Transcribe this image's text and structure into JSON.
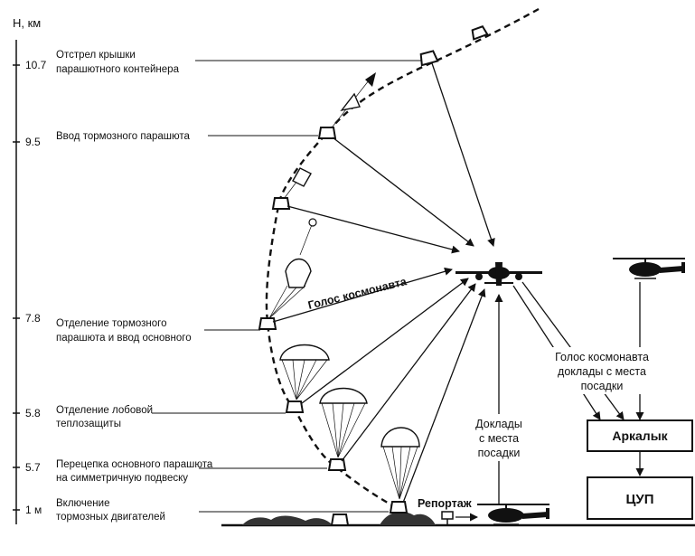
{
  "axis": {
    "title": "Н, км",
    "ticks": [
      "10.7",
      "9.5",
      "7.8",
      "5.8",
      "5.7",
      "1 м"
    ]
  },
  "stages": [
    {
      "line1": "Отстрел крышки",
      "line2": "парашютного контейнера"
    },
    {
      "line1": "Ввод тормозного парашюта",
      "line2": ""
    },
    {
      "line1": "Отделение тормозного",
      "line2": "парашюта и ввод основного"
    },
    {
      "line1": "Отделение лобовой",
      "line2": "теплозащиты"
    },
    {
      "line1": "Перецепка основного парашюта",
      "line2": "на симметричную подвеску"
    },
    {
      "line1": "Включение",
      "line2": "тормозных двигателей"
    }
  ],
  "labels": {
    "voice": "Голос космонавта",
    "voice_reports": [
      "Голос космонавта",
      "доклады с места",
      "посадки"
    ],
    "reports": [
      "Доклады",
      "с места",
      "посадки"
    ],
    "reportage": "Репортаж"
  },
  "boxes": {
    "arkalyk": "Аркалык",
    "tsup": "ЦУП"
  },
  "icons": {
    "aircraft": "relay-aircraft-icon",
    "helicopter_top": "helicopter-icon",
    "helicopter_ground": "helicopter-icon",
    "capsule": "descent-capsule-icon",
    "parachute": "parachute-icon"
  }
}
